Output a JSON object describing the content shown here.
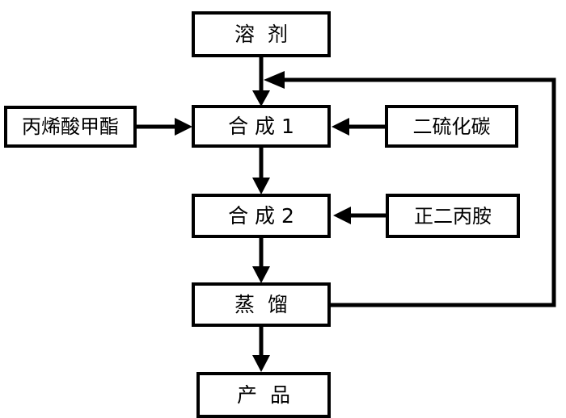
{
  "diagram": {
    "title": "",
    "type": "process-flow-diagram",
    "stroke_color": "#000000",
    "background_color": "#ffffff",
    "nodes": [
      {
        "id": "solvent",
        "label": "溶  剂"
      },
      {
        "id": "methyl-acrylate",
        "label": "丙烯酸甲酯"
      },
      {
        "id": "synthesis-1",
        "label": "合 成 1"
      },
      {
        "id": "carbon-disulfide",
        "label": "二硫化碳"
      },
      {
        "id": "synthesis-2",
        "label": "合 成 2"
      },
      {
        "id": "dipropylamine",
        "label": "正二丙胺"
      },
      {
        "id": "distillation",
        "label": "蒸  馏"
      },
      {
        "id": "product",
        "label": "产  品"
      }
    ],
    "edges": [
      {
        "from": "solvent",
        "to": "synthesis-1",
        "direction": "down",
        "label": ""
      },
      {
        "from": "methyl-acrylate",
        "to": "synthesis-1",
        "direction": "right",
        "label": ""
      },
      {
        "from": "carbon-disulfide",
        "to": "synthesis-1",
        "direction": "left",
        "label": ""
      },
      {
        "from": "synthesis-1",
        "to": "synthesis-2",
        "direction": "down",
        "label": ""
      },
      {
        "from": "dipropylamine",
        "to": "synthesis-2",
        "direction": "left",
        "label": ""
      },
      {
        "from": "synthesis-2",
        "to": "distillation",
        "direction": "down",
        "label": ""
      },
      {
        "from": "distillation",
        "to": "product",
        "direction": "down",
        "label": ""
      },
      {
        "from": "distillation",
        "to": "synthesis-1",
        "direction": "recycle-loop-right",
        "label": ""
      }
    ]
  }
}
